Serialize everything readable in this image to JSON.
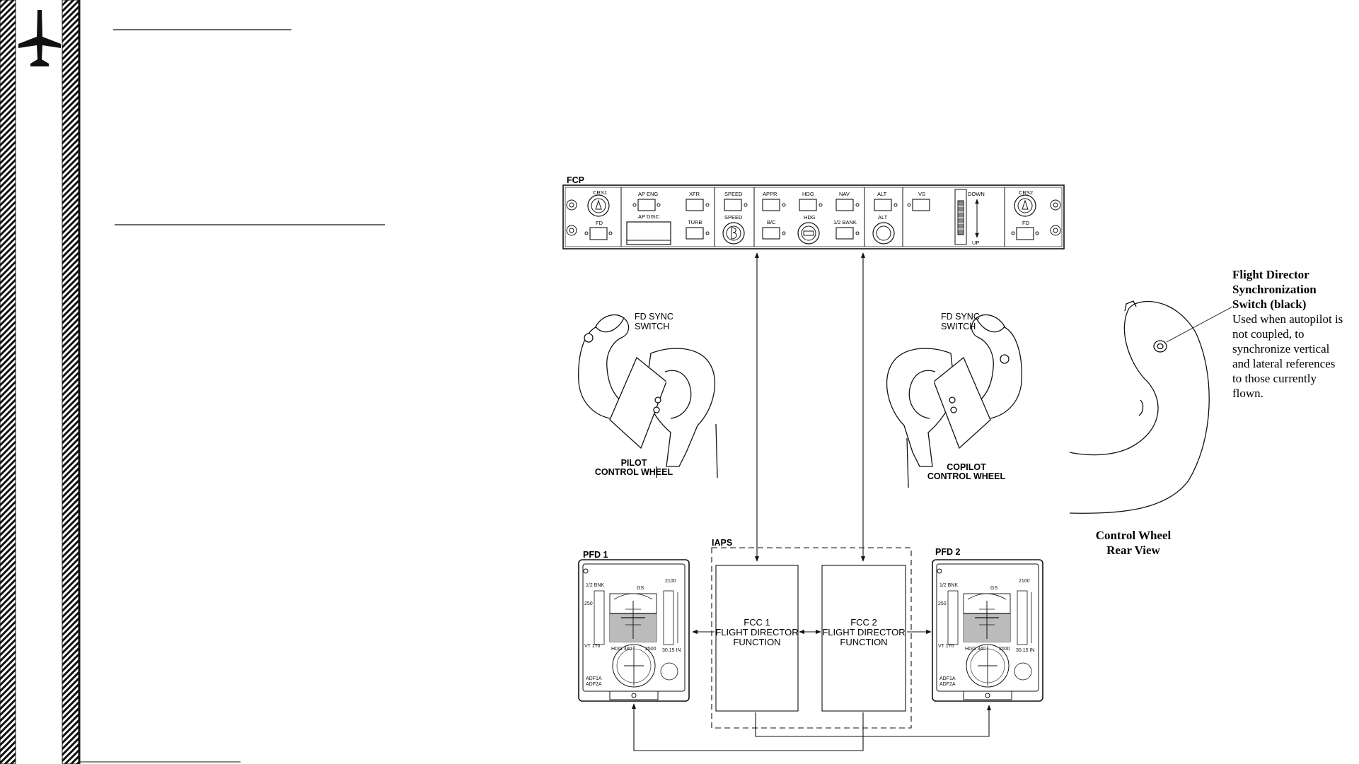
{
  "panel": {
    "title": "FCP",
    "buttons": {
      "crs1": "CRS1",
      "fd_left": "FD",
      "ap_eng": "AP ENG",
      "ap_disc": "AP DISC",
      "xfr": "XFR",
      "turb": "TURB",
      "speed_btn": "SPEED",
      "speed_knob": "SPEED",
      "appr": "APPR",
      "bc": "B/C",
      "hdg_btn": "HDG",
      "hdg_knob": "HDG",
      "nav": "NAV",
      "half_bank": "1/2 BANK",
      "alt_btn": "ALT",
      "alt_knob": "ALT",
      "vs": "VS",
      "down": "DOWN",
      "up": "UP",
      "crs2": "CRS2",
      "fd_right": "FD"
    }
  },
  "yokes": {
    "pilot_sync": [
      "FD SYNC",
      "SWITCH"
    ],
    "pilot_wheel": [
      "PILOT",
      "CONTROL WHEEL"
    ],
    "copilot_sync": [
      "FD SYNC",
      "SWITCH"
    ],
    "copilot_wheel": [
      "COPILOT",
      "CONTROL WHEEL"
    ]
  },
  "note": {
    "title": [
      "Flight Director",
      "Synchronization",
      "Switch (black)"
    ],
    "body": [
      "Used when autopilot is",
      "not coupled, to",
      "synchronize vertical",
      "and lateral references",
      "to those currently",
      "flown."
    ]
  },
  "rear_view": [
    "Control Wheel",
    "Rear View"
  ],
  "iaps": {
    "label": "IAPS",
    "fcc1": [
      "FCC 1",
      "FLIGHT DIRECTOR",
      "FUNCTION"
    ],
    "fcc2": [
      "FCC 2",
      "FLIGHT DIRECTOR",
      "FUNCTION"
    ]
  },
  "pfd1": {
    "label": "PFD 1",
    "half_bank": "1/2 BNK",
    "hdg": "HDG 340",
    "heading_val": "2100",
    "ias": "250",
    "vt": "VT 170",
    "baro": "30.15 IN",
    "alt_sel": "2500",
    "gs": "GS",
    "adf1": "ADF1A",
    "adf2": "ADF2A"
  },
  "pfd2": {
    "label": "PFD 2",
    "half_bank": "1/2 BNK",
    "hdg": "HDG 340",
    "heading_val": "2100",
    "ias": "250",
    "vt": "VT 170",
    "baro": "30.15 IN",
    "alt_sel": "2000",
    "gs": "GS",
    "adf1": "ADF1A",
    "adf2": "ADF2A"
  }
}
